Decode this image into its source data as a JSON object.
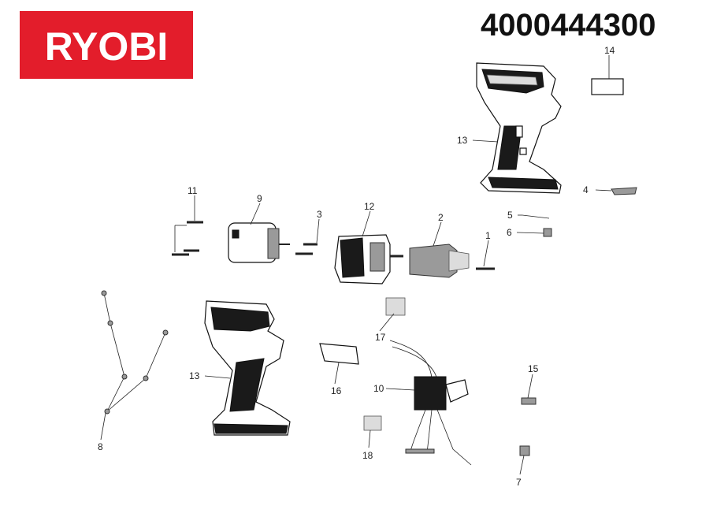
{
  "brand": {
    "name": "RYOBI",
    "color": "#e31d2b"
  },
  "model_number": "4000444300",
  "callouts": [
    {
      "id": "c1",
      "label": "1"
    },
    {
      "id": "c2",
      "label": "2"
    },
    {
      "id": "c3",
      "label": "3"
    },
    {
      "id": "c4",
      "label": "4"
    },
    {
      "id": "c5",
      "label": "5"
    },
    {
      "id": "c6",
      "label": "6"
    },
    {
      "id": "c7",
      "label": "7"
    },
    {
      "id": "c8",
      "label": "8"
    },
    {
      "id": "c9",
      "label": "9"
    },
    {
      "id": "c10",
      "label": "10"
    },
    {
      "id": "c11",
      "label": "11"
    },
    {
      "id": "c12",
      "label": "12"
    },
    {
      "id": "c13a",
      "label": "13"
    },
    {
      "id": "c13b",
      "label": "13"
    },
    {
      "id": "c14",
      "label": "14"
    },
    {
      "id": "c15",
      "label": "15"
    },
    {
      "id": "c16",
      "label": "16"
    },
    {
      "id": "c17",
      "label": "17"
    },
    {
      "id": "c18",
      "label": "18"
    }
  ]
}
